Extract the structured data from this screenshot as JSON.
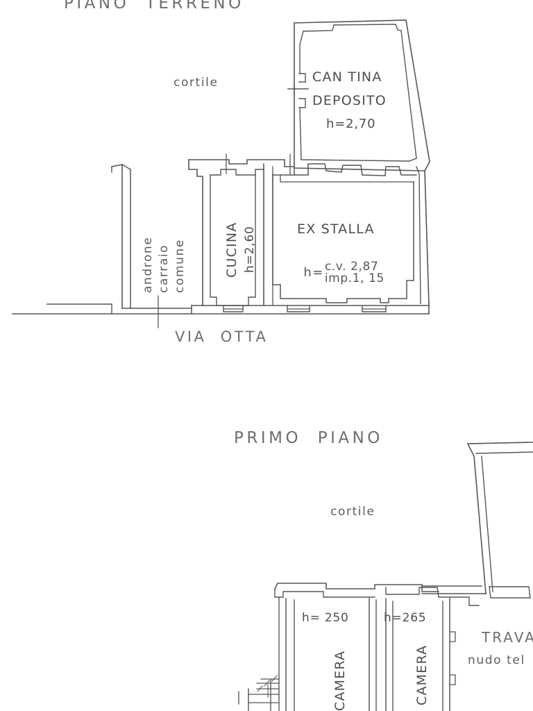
{
  "document": {
    "kind": "cadastral-floor-plan",
    "ink_color": "#4e4e4e",
    "paper_color": "#ffffff"
  },
  "ground_floor": {
    "heading": "PIANO  TERRENO",
    "courtyard_label": "cortile",
    "street_label": "VIA  OTTA",
    "passage": {
      "line1": "androne",
      "line2": "carraio",
      "line3": "comune"
    },
    "rooms": [
      {
        "name": "cantina-deposito",
        "title_line1": "CAN TINA",
        "title_line2": "DEPOSITO",
        "height": "h=2,70"
      },
      {
        "name": "cucina",
        "title": "CUCINA",
        "height": "h=2,60"
      },
      {
        "name": "ex-stalla",
        "title": "EX STALLA",
        "height_prefix": "h=",
        "height_line1": "c.v. 2,87",
        "height_line2": "imp.1, 15"
      }
    ]
  },
  "first_floor": {
    "heading": "PRIMO  PIANO",
    "courtyard_label": "cortile",
    "rooms": [
      {
        "name": "camera-left",
        "title": "CAMERA",
        "height": "h= 250"
      },
      {
        "name": "camera-right",
        "title": "CAMERA",
        "height": "h=265"
      }
    ],
    "annotation": {
      "line1": "TRAVA",
      "line2": "nudo tel"
    }
  }
}
